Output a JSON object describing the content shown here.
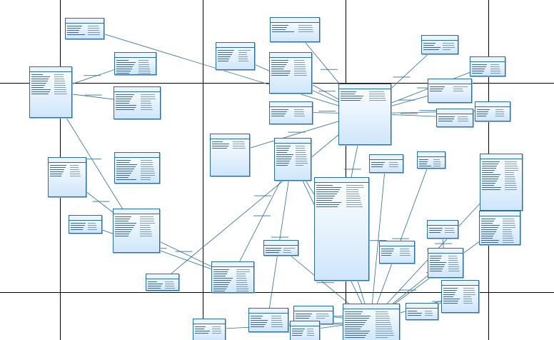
{
  "diagram": {
    "type": "entity-relationship",
    "colors": {
      "entity_border": "#2a6d96",
      "entity_fill_top": "#ffffff",
      "entity_fill_bottom": "#cfe6fb",
      "connector": "#2a6d96",
      "page_divider": "#000000"
    },
    "entities": [
      {
        "id": "e1",
        "rows": 10
      },
      {
        "id": "e2",
        "rows": 5
      },
      {
        "id": "e3",
        "rows": 7
      },
      {
        "id": "e4",
        "rows": 8
      },
      {
        "id": "e5",
        "rows": 10
      },
      {
        "id": "e6",
        "rows": 6
      },
      {
        "id": "e7",
        "rows": 4
      },
      {
        "id": "e8",
        "rows": 6
      },
      {
        "id": "e9",
        "rows": 10
      },
      {
        "id": "e10",
        "rows": 4
      },
      {
        "id": "e11",
        "rows": 12
      },
      {
        "id": "e12",
        "rows": 4
      },
      {
        "id": "e13",
        "rows": 4
      },
      {
        "id": "e14",
        "rows": 5
      },
      {
        "id": "e15",
        "rows": 8
      },
      {
        "id": "e16",
        "rows": 4
      },
      {
        "id": "e17",
        "rows": 5
      },
      {
        "id": "e18",
        "rows": 3
      },
      {
        "id": "e19",
        "rows": 3
      },
      {
        "id": "e20",
        "rows": 4
      },
      {
        "id": "e21",
        "rows": 4
      },
      {
        "id": "e22",
        "rows": 10
      },
      {
        "id": "e23",
        "rows": 11
      },
      {
        "id": "e24",
        "rows": 3
      },
      {
        "id": "e25",
        "rows": 28
      },
      {
        "id": "e26",
        "rows": 14
      },
      {
        "id": "e27",
        "rows": 4
      },
      {
        "id": "e28",
        "rows": 3
      },
      {
        "id": "e29",
        "rows": 8
      },
      {
        "id": "e30",
        "rows": 3
      },
      {
        "id": "e31",
        "rows": 4
      },
      {
        "id": "e32",
        "rows": 3
      },
      {
        "id": "e33",
        "rows": 8
      },
      {
        "id": "e34",
        "rows": 6
      },
      {
        "id": "e35",
        "rows": 3
      },
      {
        "id": "e36",
        "rows": 4
      },
      {
        "id": "e37",
        "rows": 4
      },
      {
        "id": "e38",
        "rows": 12
      },
      {
        "id": "e39",
        "rows": 3
      },
      {
        "id": "e40",
        "rows": 6
      }
    ],
    "relationships": [
      [
        "e1",
        "e3"
      ],
      [
        "e1",
        "e4"
      ],
      [
        "e1",
        "e9"
      ],
      [
        "e9",
        "e11"
      ],
      [
        "e10",
        "e11"
      ],
      [
        "e11",
        "e22"
      ],
      [
        "e8",
        "e9"
      ],
      [
        "e6",
        "e14"
      ],
      [
        "e7",
        "e14"
      ],
      [
        "e15",
        "e14"
      ],
      [
        "e13",
        "e14"
      ],
      [
        "e12",
        "e14"
      ],
      [
        "e14",
        "e16"
      ],
      [
        "e14",
        "e17"
      ],
      [
        "e14",
        "e18"
      ],
      [
        "e14",
        "e19"
      ],
      [
        "e14",
        "e20"
      ],
      [
        "e14",
        "e23"
      ],
      [
        "e23",
        "e25"
      ],
      [
        "e22",
        "e25"
      ],
      [
        "e25",
        "e26"
      ],
      [
        "e25",
        "e27"
      ],
      [
        "e25",
        "e29"
      ],
      [
        "e25",
        "e33"
      ],
      [
        "e25",
        "e38"
      ],
      [
        "e25",
        "e36"
      ],
      [
        "e25",
        "e37"
      ],
      [
        "e25",
        "e35"
      ],
      [
        "e28",
        "e29"
      ],
      [
        "e32",
        "e33"
      ],
      [
        "e22",
        "e34"
      ],
      [
        "e14",
        "e2"
      ],
      [
        "e22",
        "e40"
      ],
      [
        "e25",
        "e24"
      ],
      [
        "e21",
        "e14"
      ],
      [
        "e30",
        "e25"
      ]
    ]
  }
}
